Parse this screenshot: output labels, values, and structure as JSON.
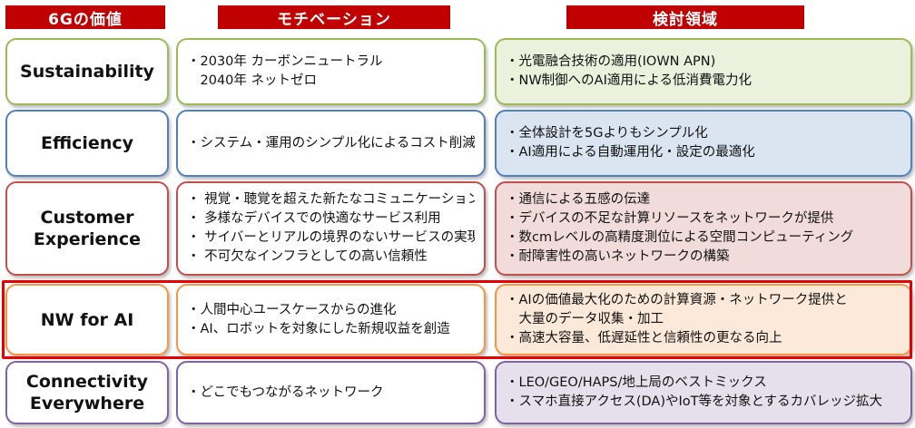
{
  "headers": {
    "value": "6Gの価値",
    "motivation": "モチベーション",
    "area": "検討領域"
  },
  "rows": [
    {
      "label": [
        "Sustainability"
      ],
      "motivation": [
        "・2030年 カーボンニュートラル",
        "　2040年 ネットゼロ"
      ],
      "area": [
        "・光電融合技術の適用(IOWN APN)",
        "・NW制御へのAI適用による低消費電力化"
      ]
    },
    {
      "label": [
        "Efficiency"
      ],
      "motivation": [
        "・システム・運用のシンプル化によるコスト削減"
      ],
      "area": [
        "・全体設計を5Gよりもシンプル化",
        "・AI適用による自動運用化・設定の最適化"
      ]
    },
    {
      "label": [
        "Customer",
        "Experience"
      ],
      "motivation": [
        "・ 視覚・聴覚を超えた新たなコミュニケーション",
        "・ 多様なデバイスでの快適なサービス利用",
        "・ サイバーとリアルの境界のないサービスの実現",
        "・ 不可欠なインフラとしての高い信頼性"
      ],
      "area": [
        "・通信による五感の伝達",
        "・デバイスの不足な計算リソースをネットワークが提供",
        "・数cmレベルの高精度測位による空間コンピューティング",
        "・耐障害性の高いネットワークの構築"
      ]
    },
    {
      "label": [
        "NW for AI"
      ],
      "motivation": [
        "・人間中心ユースケースからの進化",
        "・AI、ロボットを対象にした新規収益を創造"
      ],
      "area": [
        "・AIの価値最大化のための計算資源・ネットワーク提供と",
        "　大量のデータ収集・加工",
        "・高速大容量、低遅延性と信頼性の更なる向上"
      ]
    },
    {
      "label": [
        "Connectivity",
        "Everywhere"
      ],
      "motivation": [
        "・どこでもつながるネットワーク"
      ],
      "area": [
        "・LEO/GEO/HAPS/地上局のベストミックス",
        "・スマホ直接アクセス(DA)やIoT等を対象とするカバレッジ拡大"
      ]
    }
  ],
  "colors": {
    "header": "#c00000",
    "highlight": "#e60000",
    "row_borders": [
      "#9bbb59",
      "#4f81bd",
      "#c0504d",
      "#f79646",
      "#8064a2"
    ]
  }
}
